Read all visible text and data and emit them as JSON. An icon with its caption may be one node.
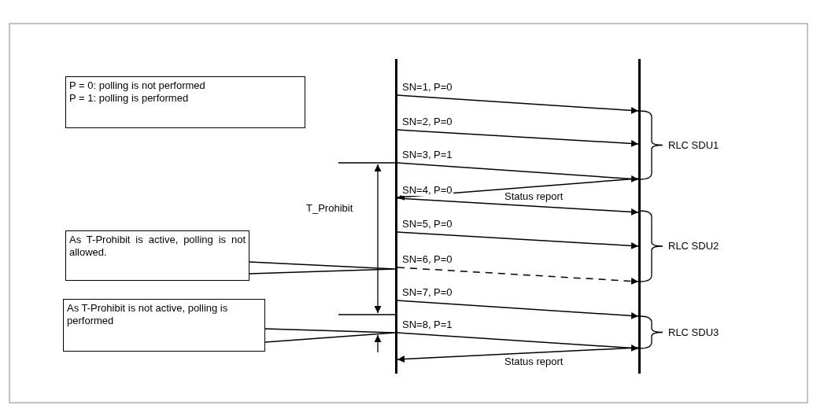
{
  "diagram": {
    "nodes": [
      {
        "text": [],
        "shape": "bar"
      },
      {
        "text": [],
        "shape": "bar"
      },
      {
        "text": [
          "P = 0: polling is not performed",
          "P = 1: polling is performed"
        ]
      },
      {
        "text": [
          "As T-Prohibit is active, polling is not allowed."
        ]
      },
      {
        "text": [
          "As T-Prohibit is not active, polling is performed"
        ]
      }
    ],
    "edges": [
      {
        "from": 0,
        "to": 1,
        "arrow": "to",
        "label": "SN=1, P=0"
      },
      {
        "from": 0,
        "to": 1,
        "arrow": "to",
        "label": "SN=2, P=0"
      },
      {
        "from": 0,
        "to": 1,
        "arrow": "to",
        "label": "SN=3, P=1"
      },
      {
        "from": 1,
        "to": 0,
        "arrow": "to",
        "label": "Status report"
      },
      {
        "from": 0,
        "to": 1,
        "arrow": "to",
        "label": "SN=4, P=0"
      },
      {
        "from": 0,
        "to": 1,
        "arrow": "to",
        "label": "SN=5, P=0"
      },
      {
        "from": 0,
        "to": 1,
        "arrow": "to",
        "label": "SN=6, P=0",
        "style": "dashed"
      },
      {
        "from": 0,
        "to": 1,
        "arrow": "to",
        "label": "SN=7, P=0"
      },
      {
        "from": 0,
        "to": 1,
        "arrow": "to",
        "label": "SN=8, P=1"
      },
      {
        "from": 1,
        "to": 0,
        "arrow": "to",
        "label": "Status report"
      },
      {
        "from": 3,
        "to": 0,
        "arrow": "none"
      },
      {
        "from": 4,
        "to": 0,
        "arrow": "none"
      }
    ],
    "labels": [
      "RLC SDU1",
      "T_Prohibit",
      "RLC SDU2",
      "RLC SDU3"
    ]
  }
}
